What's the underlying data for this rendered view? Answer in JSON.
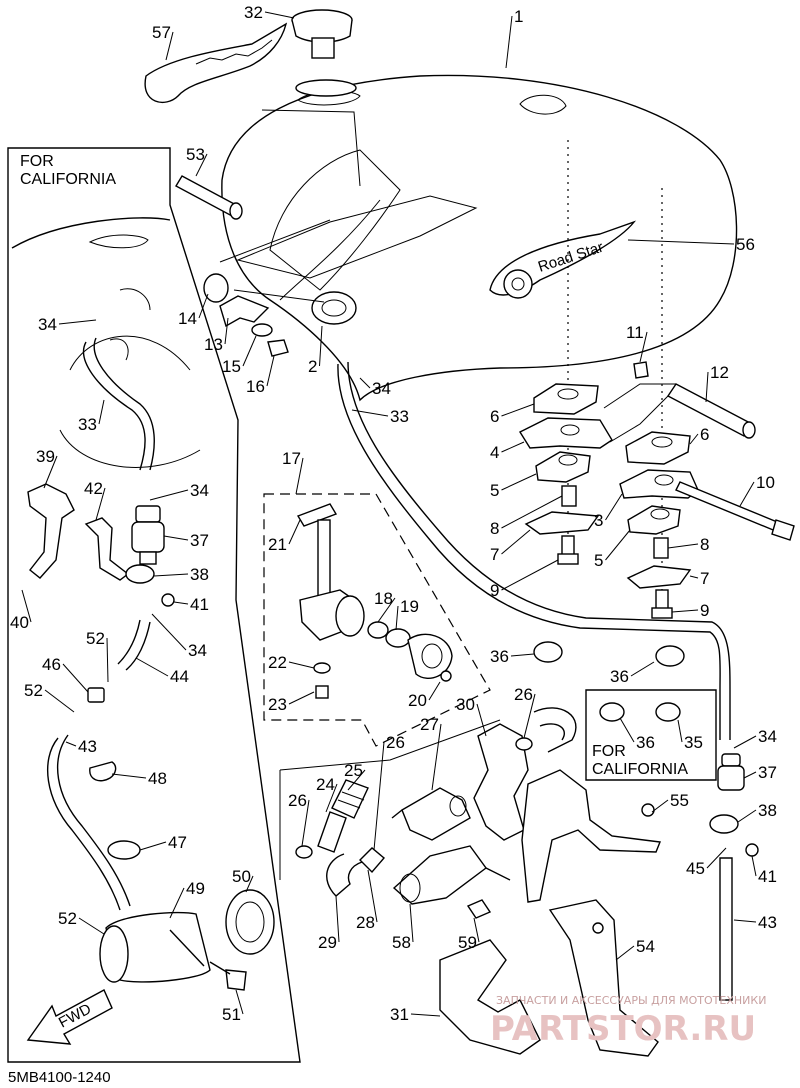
{
  "diagram": {
    "code": "5MB4100-1240",
    "fwd_label": "FWD",
    "boxes": {
      "left_california": [
        "FOR",
        "CALIFORNIA"
      ],
      "right_california": [
        "FOR",
        "CALIFORNIA"
      ]
    },
    "watermark": {
      "line": "ЗАПЧАСТИ И АКСЕССУАРЫ ДЛЯ МОТОТЕХНИКИ",
      "brand": "PARTSTOR.RU"
    },
    "emblem_text": "Road Star",
    "labels": [
      {
        "id": "l1",
        "text": "1"
      },
      {
        "id": "l2",
        "text": "2"
      },
      {
        "id": "l3",
        "text": "3"
      },
      {
        "id": "l4",
        "text": "4"
      },
      {
        "id": "l5a",
        "text": "5"
      },
      {
        "id": "l5b",
        "text": "5"
      },
      {
        "id": "l6a",
        "text": "6"
      },
      {
        "id": "l6b",
        "text": "6"
      },
      {
        "id": "l7a",
        "text": "7"
      },
      {
        "id": "l7b",
        "text": "7"
      },
      {
        "id": "l8a",
        "text": "8"
      },
      {
        "id": "l8b",
        "text": "8"
      },
      {
        "id": "l9a",
        "text": "9"
      },
      {
        "id": "l9b",
        "text": "9"
      },
      {
        "id": "l10",
        "text": "10"
      },
      {
        "id": "l11",
        "text": "11"
      },
      {
        "id": "l12",
        "text": "12"
      },
      {
        "id": "l13",
        "text": "13"
      },
      {
        "id": "l14",
        "text": "14"
      },
      {
        "id": "l15",
        "text": "15"
      },
      {
        "id": "l16",
        "text": "16"
      },
      {
        "id": "l17",
        "text": "17"
      },
      {
        "id": "l18",
        "text": "18"
      },
      {
        "id": "l19",
        "text": "19"
      },
      {
        "id": "l20",
        "text": "20"
      },
      {
        "id": "l21",
        "text": "21"
      },
      {
        "id": "l22",
        "text": "22"
      },
      {
        "id": "l23",
        "text": "23"
      },
      {
        "id": "l24",
        "text": "24"
      },
      {
        "id": "l25",
        "text": "25"
      },
      {
        "id": "l26a",
        "text": "26"
      },
      {
        "id": "l26b",
        "text": "26"
      },
      {
        "id": "l26c",
        "text": "26"
      },
      {
        "id": "l27",
        "text": "27"
      },
      {
        "id": "l28",
        "text": "28"
      },
      {
        "id": "l29",
        "text": "29"
      },
      {
        "id": "l30",
        "text": "30"
      },
      {
        "id": "l31",
        "text": "31"
      },
      {
        "id": "l32",
        "text": "32"
      },
      {
        "id": "l33a",
        "text": "33"
      },
      {
        "id": "l33b",
        "text": "33"
      },
      {
        "id": "l34a",
        "text": "34"
      },
      {
        "id": "l34b",
        "text": "34"
      },
      {
        "id": "l34c",
        "text": "34"
      },
      {
        "id": "l34d",
        "text": "34"
      },
      {
        "id": "l34e",
        "text": "34"
      },
      {
        "id": "l35",
        "text": "35"
      },
      {
        "id": "l36a",
        "text": "36"
      },
      {
        "id": "l36b",
        "text": "36"
      },
      {
        "id": "l36c",
        "text": "36"
      },
      {
        "id": "l37a",
        "text": "37"
      },
      {
        "id": "l37b",
        "text": "37"
      },
      {
        "id": "l38a",
        "text": "38"
      },
      {
        "id": "l38b",
        "text": "38"
      },
      {
        "id": "l39",
        "text": "39"
      },
      {
        "id": "l40",
        "text": "40"
      },
      {
        "id": "l41a",
        "text": "41"
      },
      {
        "id": "l41b",
        "text": "41"
      },
      {
        "id": "l42",
        "text": "42"
      },
      {
        "id": "l43a",
        "text": "43"
      },
      {
        "id": "l43b",
        "text": "43"
      },
      {
        "id": "l44",
        "text": "44"
      },
      {
        "id": "l45",
        "text": "45"
      },
      {
        "id": "l46",
        "text": "46"
      },
      {
        "id": "l47",
        "text": "47"
      },
      {
        "id": "l48",
        "text": "48"
      },
      {
        "id": "l49",
        "text": "49"
      },
      {
        "id": "l50",
        "text": "50"
      },
      {
        "id": "l51",
        "text": "51"
      },
      {
        "id": "l52a",
        "text": "52"
      },
      {
        "id": "l52b",
        "text": "52"
      },
      {
        "id": "l52c",
        "text": "52"
      },
      {
        "id": "l53",
        "text": "53"
      },
      {
        "id": "l54",
        "text": "54"
      },
      {
        "id": "l55",
        "text": "55"
      },
      {
        "id": "l56",
        "text": "56"
      },
      {
        "id": "l57",
        "text": "57"
      },
      {
        "id": "l58",
        "text": "58"
      },
      {
        "id": "l59",
        "text": "59"
      }
    ]
  }
}
